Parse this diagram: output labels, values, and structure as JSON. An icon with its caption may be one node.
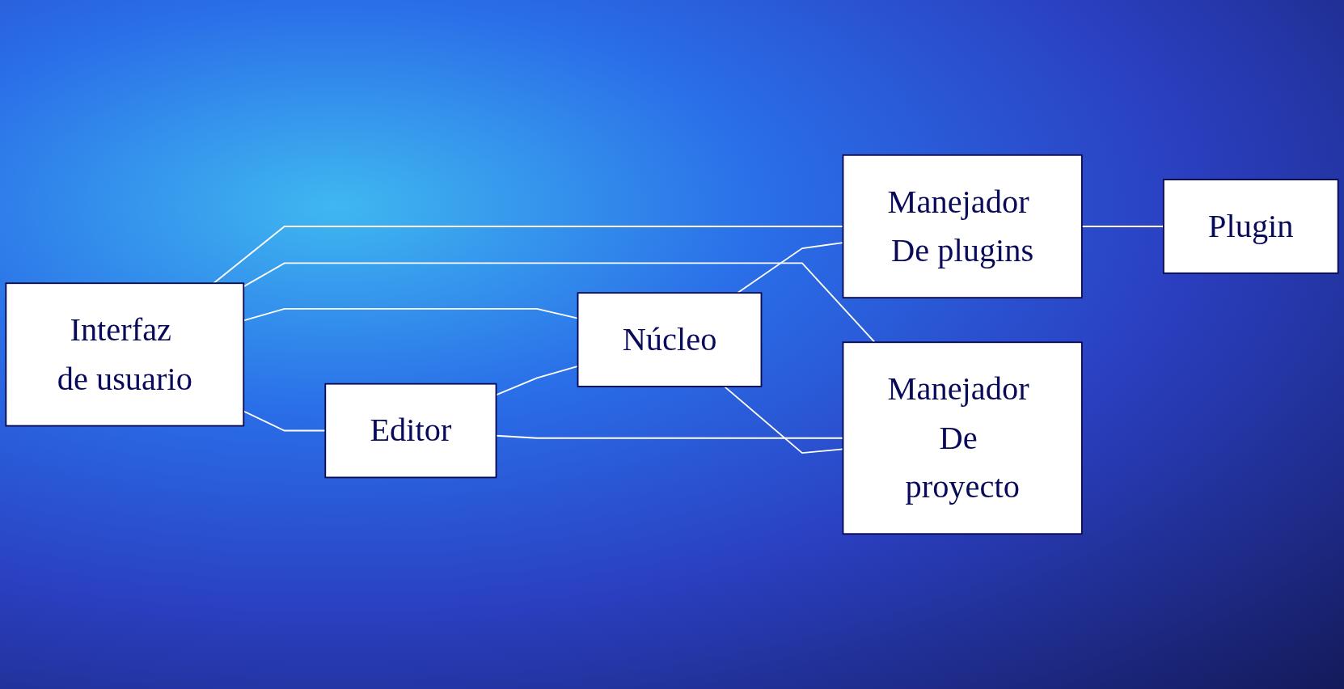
{
  "diagram": {
    "nodes": [
      {
        "text": [
          "Interfaz de usuario"
        ]
      },
      {
        "text": [
          "Editor"
        ]
      },
      {
        "text": [
          "Núcleo"
        ]
      },
      {
        "text": [
          "Manejador De plugins"
        ]
      },
      {
        "text": [
          "Plugin"
        ]
      },
      {
        "text": [
          "Manejador De proyecto"
        ]
      }
    ],
    "edges": [
      {
        "from": 0,
        "to": 1,
        "arrow": "none"
      },
      {
        "from": 0,
        "to": 5,
        "arrow": "none"
      },
      {
        "from": 0,
        "to": 2,
        "arrow": "none"
      },
      {
        "from": 0,
        "to": 3,
        "arrow": "none"
      },
      {
        "from": 1,
        "to": 2,
        "arrow": "none"
      },
      {
        "from": 2,
        "to": 3,
        "arrow": "none"
      },
      {
        "from": 3,
        "to": 4,
        "arrow": "none"
      },
      {
        "from": 1,
        "to": 5,
        "arrow": "none"
      },
      {
        "from": 2,
        "to": 5,
        "arrow": "none"
      }
    ]
  }
}
